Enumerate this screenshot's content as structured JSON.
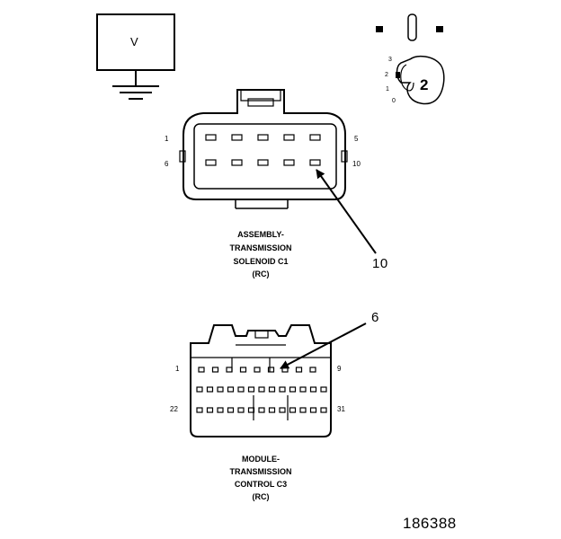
{
  "meter": {
    "symbol": "V"
  },
  "key_switch": {
    "positions": [
      "3",
      "2",
      "1",
      "0"
    ],
    "setting": "2"
  },
  "connector_c1": {
    "name_lines": [
      "ASSEMBLY-",
      "TRANSMISSION",
      "SOLENOID C1",
      "(RC)"
    ],
    "pin_first_top": "1",
    "pin_last_top": "5",
    "pin_first_bottom": "6",
    "pin_last_bottom": "10",
    "callout": "10"
  },
  "connector_c3": {
    "name_lines": [
      "MODULE-",
      "TRANSMISSION",
      "CONTROL C3",
      "(RC)"
    ],
    "pin_first_top": "1",
    "pin_last_top": "9",
    "pin_first_bottom": "22",
    "pin_last_bottom": "31",
    "callout": "6"
  },
  "figure_number": "186388"
}
